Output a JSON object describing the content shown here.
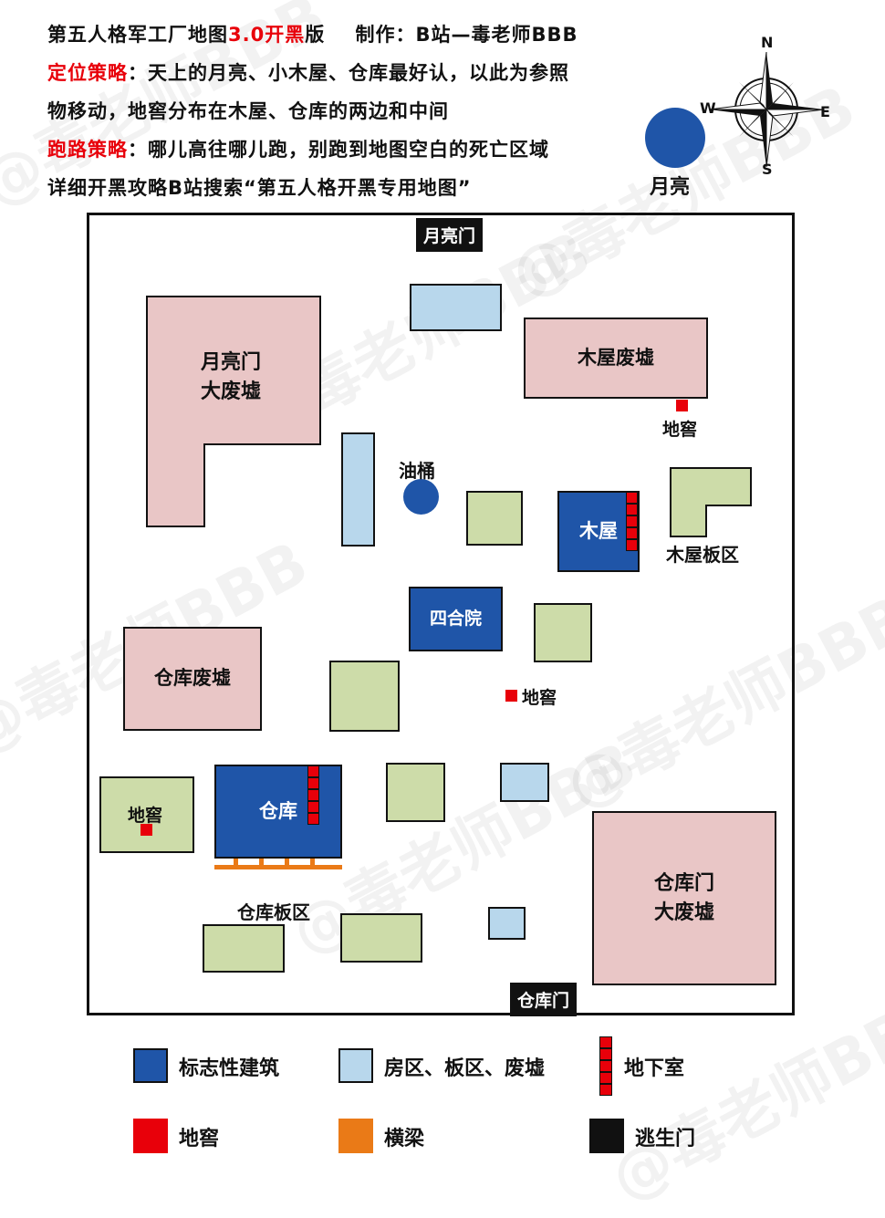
{
  "header": {
    "line1_a": "第五人格军工厂地图",
    "line1_b": "3.0开黑",
    "line1_c": "版",
    "line1_d": "制作：B站—毒老师BBB",
    "line2_label": "定位策略",
    "line2_text": "：天上的月亮、小木屋、仓库最好认，以此为参照",
    "line3_text": "物移动，地窖分布在木屋、仓库的两边和中间",
    "line4_label": "跑路策略",
    "line4_text": "：哪儿高往哪儿跑，别跑到地图空白的死亡区域",
    "line5_text": "详细开黑攻略B站搜索“第五人格开黑专用地图”"
  },
  "compass": {
    "n": "N",
    "s": "S",
    "e": "E",
    "w": "W"
  },
  "moon_label": "月亮",
  "watermark": "@毒老师BBB",
  "map": {
    "gate_top": "月亮门",
    "gate_bottom": "仓库门",
    "moon_gate_ruins": "月亮门\n大废墟",
    "wooden_house_ruins": "木屋废墟",
    "cellar": "地窖",
    "oil_drum": "油桶",
    "wooden_house": "木屋",
    "wooden_house_pallet_zone": "木屋板区",
    "courtyard": "四合院",
    "warehouse_ruins": "仓库废墟",
    "warehouse": "仓库",
    "warehouse_pallet_zone": "仓库板区",
    "warehouse_gate_ruins": "仓库门\n大废墟"
  },
  "legend": {
    "landmark": "标志性建筑",
    "zones": "房区、板区、废墟",
    "basement": "地下室",
    "cellar": "地窖",
    "beam": "横梁",
    "exit_gate": "逃生门"
  },
  "colors": {
    "landmark_blue": "#1f55a8",
    "zone_light_blue": "#b8d7ec",
    "ruins_pink": "#e9c6c6",
    "zone_green": "#cddca9",
    "cellar_red": "#e8000a",
    "beam_orange": "#ea7a17",
    "gate_black": "#111111"
  }
}
